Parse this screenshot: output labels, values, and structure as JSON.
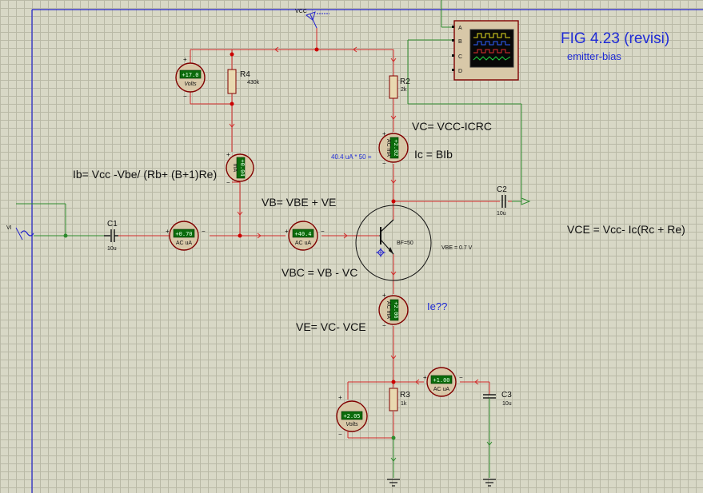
{
  "title": "FIG 4.23 (revisi)",
  "subtitle": "emitter-bias",
  "colors": {
    "wire": "#d22a2a",
    "wire_green": "#2e8b2e",
    "title_blue": "#1f2bd6",
    "component": "#800000",
    "display_bg": "#0c6b0c"
  },
  "labels": {
    "vcc": "VCC",
    "vi": "VI",
    "osc_channels": [
      "A",
      "B",
      "C",
      "D"
    ]
  },
  "components": {
    "r4": {
      "ref": "R4",
      "value": "430k"
    },
    "r2": {
      "ref": "R2",
      "value": "2k"
    },
    "r3": {
      "ref": "R3",
      "value": "1k"
    },
    "c1": {
      "ref": "C1",
      "value": "10u"
    },
    "c2": {
      "ref": "C2",
      "value": "10u"
    },
    "c3": {
      "ref": "C3",
      "value": "10u"
    },
    "transistor": {
      "beta": "BF=50"
    }
  },
  "meters": {
    "v_top": {
      "reading": "+17.0",
      "unit": "Volts"
    },
    "i_r4": {
      "reading": "+0.04",
      "unit": "mA"
    },
    "i_c": {
      "reading": "+2.02",
      "unit": "AC mA"
    },
    "i_c1": {
      "reading": "+0.70",
      "unit": "AC uA"
    },
    "i_b": {
      "reading": "+40.4",
      "unit": "AC uA"
    },
    "i_e": {
      "reading": "+2.06",
      "unit": "AC mA"
    },
    "i_c3": {
      "reading": "+1.00",
      "unit": "AC uA"
    },
    "v_e": {
      "reading": "+2.05",
      "unit": "Volts"
    }
  },
  "annotations": {
    "ib_formula": "Ib= Vcc -Vbe/ (Rb+ (B+1)Re)",
    "vc_formula": "VC= VCC-ICRC",
    "ic_formula": "Ic = BIb",
    "ic_calc": "40.4 uA * 50 =",
    "vb_formula": "VB= VBE + VE",
    "vbc_formula": "VBC = VB - VC",
    "ve_formula": "VE= VC- VCE",
    "ie_question": "Ie??",
    "vce_formula": "VCE = Vcc- Ic(Rc + Re)",
    "vbe_note": "VBE = 0.7 V"
  }
}
